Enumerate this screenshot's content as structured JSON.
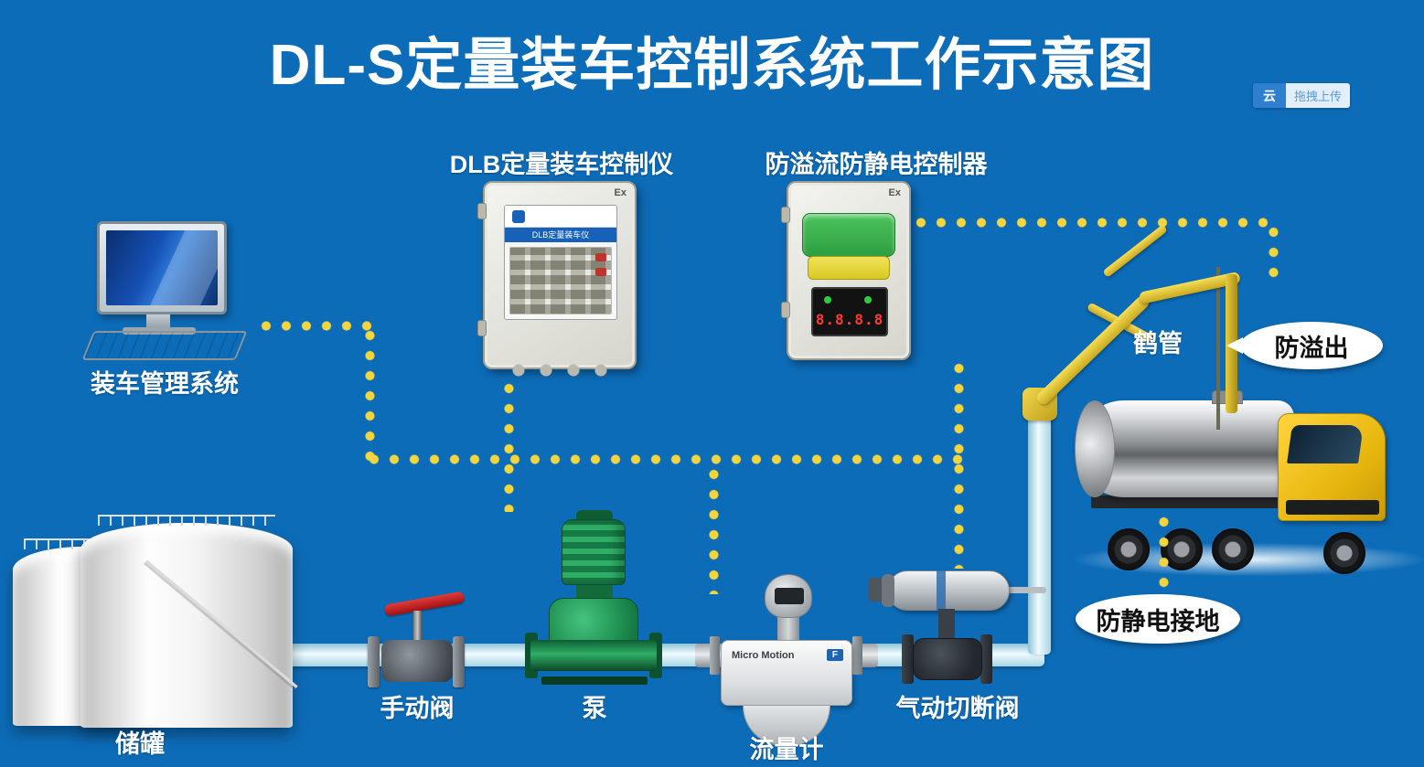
{
  "title": "DL-S定量装车控制系统工作示意图",
  "upload_badge": {
    "icon_label": "云",
    "label": "拖拽上传"
  },
  "labels": {
    "computer": "装车管理系统",
    "dlb_controller": "DLB定量装车控制仪",
    "overflow_controller": "防溢流防静电控制器",
    "loading_arm": "鹤管",
    "overflow_callout": "防溢出",
    "grounding_callout": "防静电接地",
    "storage_tank": "储罐",
    "manual_valve": "手动阀",
    "pump": "泵",
    "flow_meter": "流量计",
    "pneumatic_valve": "气动切断阀"
  },
  "devices": {
    "dlb_panel_title": "DLB定量装车仪",
    "dlb_ex_marking": "Ex",
    "overflow_ex_marking": "Ex",
    "overflow_display_value": "8.8.8.8",
    "flow_meter_brand": "Micro Motion",
    "flow_meter_model": "F"
  },
  "colors": {
    "background": "#0d6cb8",
    "signal_dots": "#f2d53f",
    "pipe": "#d6eef7",
    "pump_green": "#1b8a4d",
    "valve_red": "#c01b1b",
    "arm_yellow": "#e8cc3f",
    "callout_bg": "#ffffff",
    "title_text": "#ffffff"
  }
}
